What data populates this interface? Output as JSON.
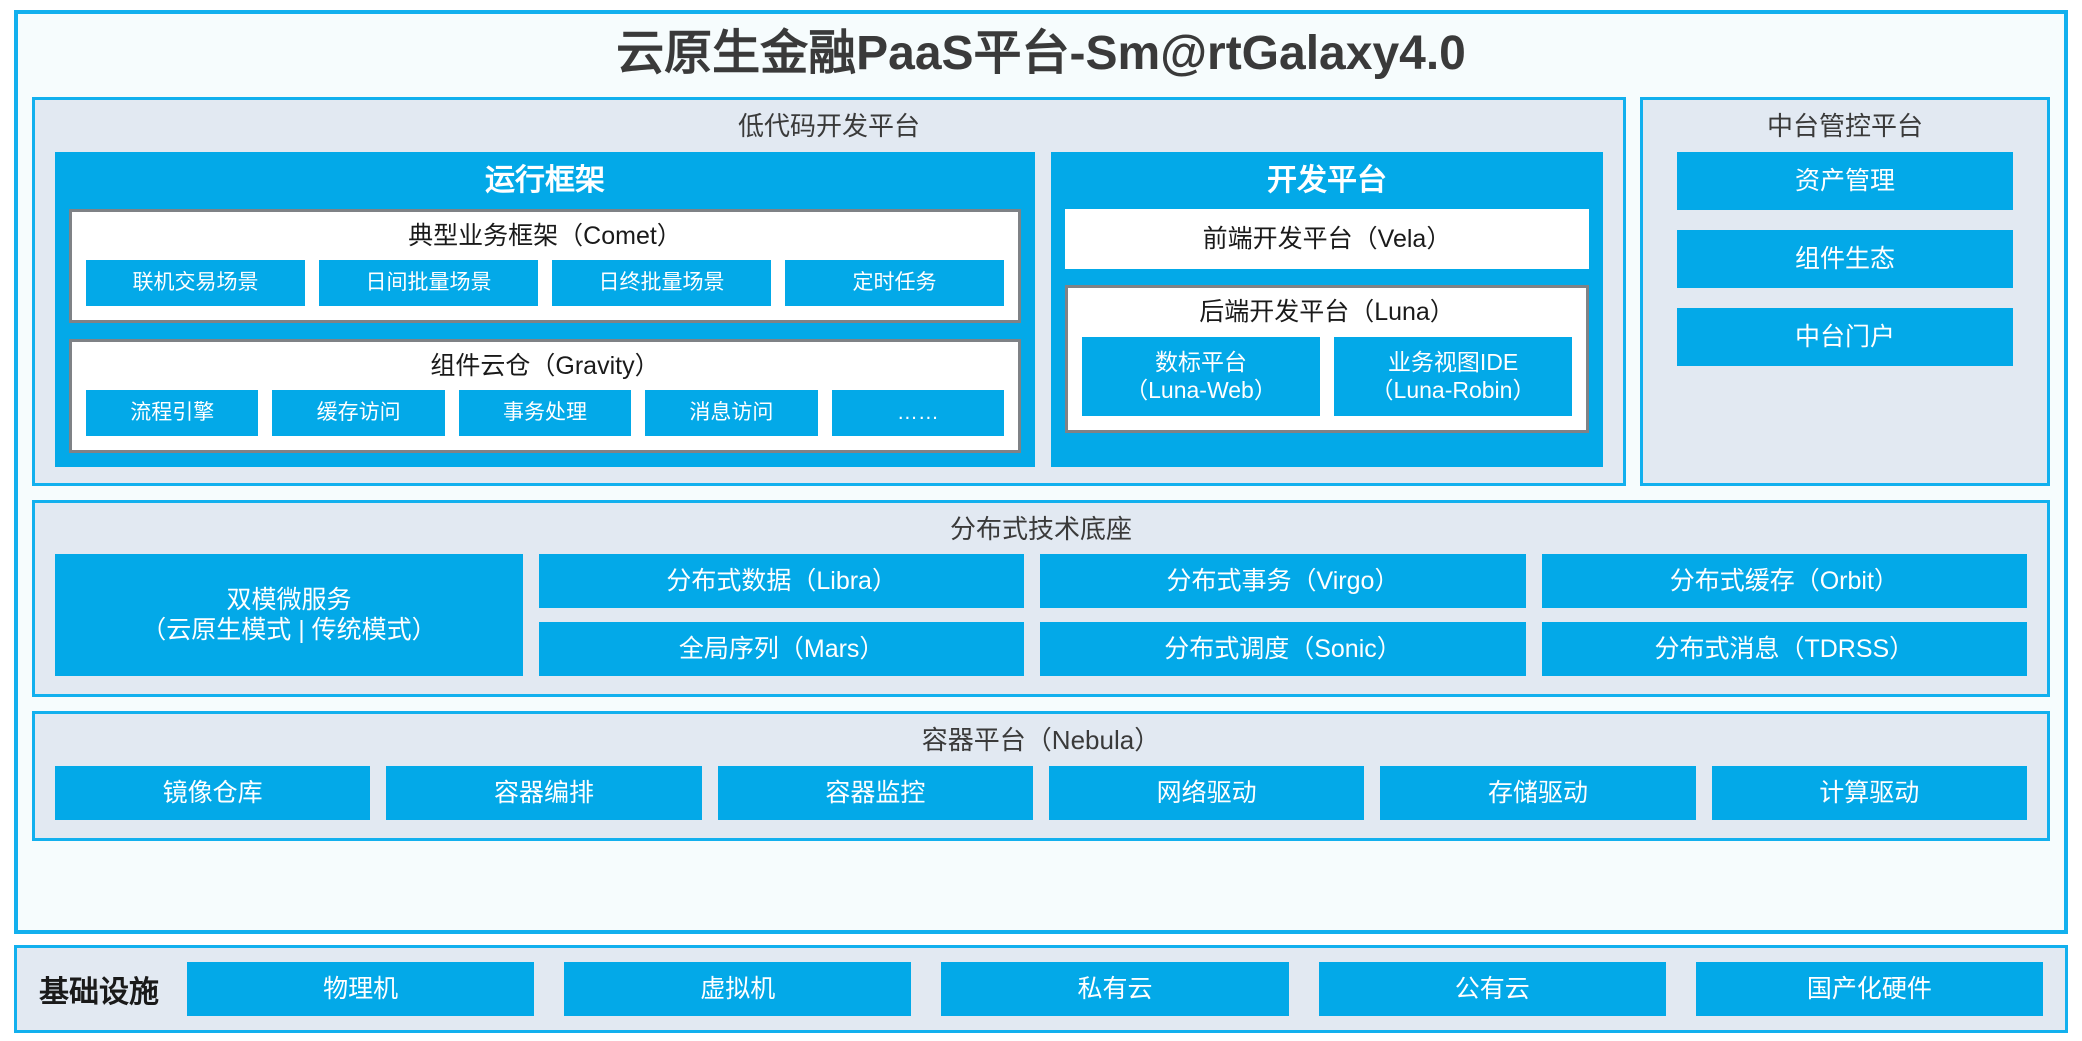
{
  "title": "云原生金融PaaS平台-Sm@rtGalaxy4.0",
  "lowcode": {
    "title": "低代码开发平台",
    "runtime": {
      "title": "运行框架",
      "comet": {
        "title": "典型业务框架（Comet）",
        "items": [
          "联机交易场景",
          "日间批量场景",
          "日终批量场景",
          "定时任务"
        ]
      },
      "gravity": {
        "title": "组件云仓（Gravity）",
        "items": [
          "流程引擎",
          "缓存访问",
          "事务处理",
          "消息访问",
          "……"
        ]
      }
    },
    "devplatform": {
      "title": "开发平台",
      "vela": "前端开发平台（Vela）",
      "luna": {
        "title": "后端开发平台（Luna）",
        "items": [
          {
            "line1": "数标平台",
            "line2": "（Luna-Web）"
          },
          {
            "line1": "业务视图IDE",
            "line2": "（Luna-Robin）"
          }
        ]
      }
    }
  },
  "midctrl": {
    "title": "中台管控平台",
    "items": [
      "资产管理",
      "组件生态",
      "中台门户"
    ]
  },
  "distbase": {
    "title": "分布式技术底座",
    "microservice": {
      "line1": "双模微服务",
      "line2": "（云原生模式 | 传统模式）"
    },
    "columns": [
      [
        "分布式数据（Libra）",
        "全局序列（Mars）"
      ],
      [
        "分布式事务（Virgo）",
        "分布式调度（Sonic）"
      ],
      [
        "分布式缓存（Orbit）",
        "分布式消息（TDRSS）"
      ]
    ]
  },
  "nebula": {
    "title": "容器平台（Nebula）",
    "items": [
      "镜像仓库",
      "容器编排",
      "容器监控",
      "网络驱动",
      "存储驱动",
      "计算驱动"
    ]
  },
  "infrastructure": {
    "label": "基础设施",
    "items": [
      "物理机",
      "虚拟机",
      "私有云",
      "公有云",
      "国产化硬件"
    ]
  },
  "colors": {
    "accent_blue": "#03A9E8",
    "border_blue": "#12B0EE",
    "section_bg": "#E2E9F2",
    "page_bg": "#F6FCFD",
    "card_border_gray": "#7F8286",
    "text_dark": "#3A3A3A"
  }
}
